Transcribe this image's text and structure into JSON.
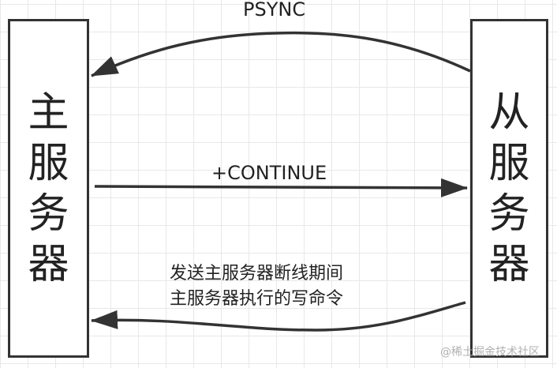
{
  "diagram": {
    "type": "sequence",
    "master": {
      "label": "主服务器",
      "chars": [
        "主",
        "服",
        "务",
        "器"
      ]
    },
    "slave": {
      "label": "从服务器",
      "chars": [
        "从",
        "服",
        "务",
        "器"
      ]
    },
    "messages": [
      {
        "label": "PSYNC",
        "from": "slave",
        "to": "master",
        "style": "curved"
      },
      {
        "label": "+CONTINUE",
        "from": "master",
        "to": "slave",
        "style": "straight"
      },
      {
        "line1": "发送主服务器断线期间",
        "line2": "主服务器执行的写命令",
        "from": "slave",
        "to": "master",
        "style": "curved"
      }
    ],
    "colors": {
      "stroke": "#333333",
      "grid": "#e8e8e8",
      "background": "#ffffff"
    }
  },
  "watermark": "@稀土掘金技术社区"
}
